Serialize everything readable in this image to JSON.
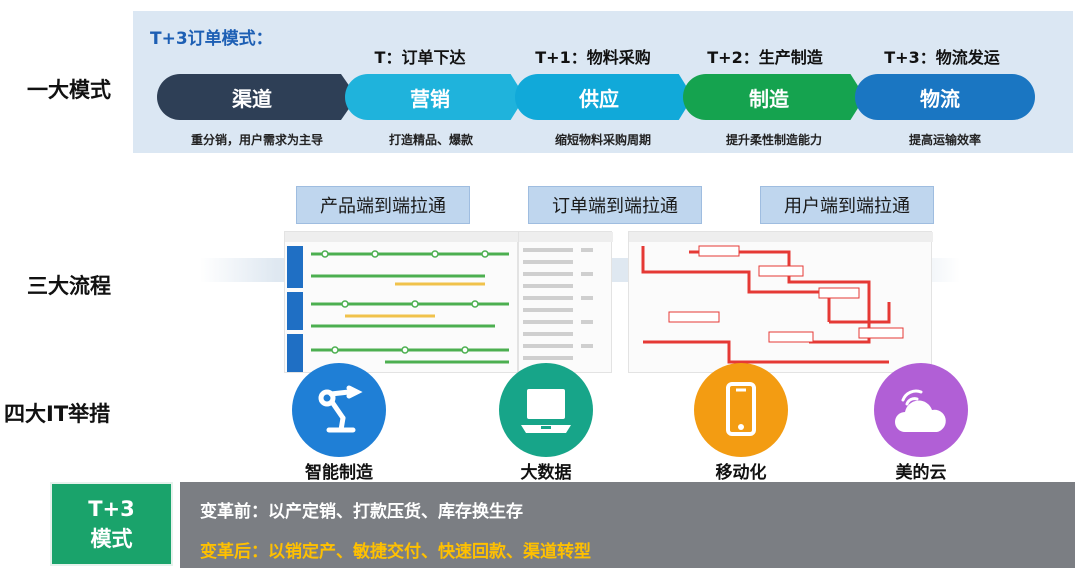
{
  "rows": {
    "model": "一大模式",
    "processes": "三大流程",
    "it": "四大IT举措"
  },
  "t3_panel": {
    "title": "T+3订单模式：",
    "steps": [
      {
        "head": "",
        "pill": "渠道",
        "sub": "重分销，用户需求为主导",
        "color": "#2e3f56"
      },
      {
        "head": "T：订单下达",
        "pill": "营销",
        "sub": "打造精品、爆款",
        "color": "#1fb3dc"
      },
      {
        "head": "T+1：物料采购",
        "pill": "供应",
        "sub": "缩短物料采购周期",
        "color": "#11a9d9"
      },
      {
        "head": "T+2：生产制造",
        "pill": "制造",
        "sub": "提升柔性制造能力",
        "color": "#15a34f"
      },
      {
        "head": "T+3：物流发运",
        "pill": "物流",
        "sub": "提高运输效率",
        "color": "#1a76c2"
      }
    ]
  },
  "flows": [
    {
      "label": "产品端到端拉通"
    },
    {
      "label": "订单端到端拉通"
    },
    {
      "label": "用户端到端拉通"
    }
  ],
  "it_initiatives": [
    {
      "label": "智能制造",
      "icon": "robot-arm-icon",
      "color": "#1f7fd6"
    },
    {
      "label": "大数据",
      "icon": "laptop-icon",
      "color": "#17a589"
    },
    {
      "label": "移动化",
      "icon": "mobile-phone-icon",
      "color": "#f39c12"
    },
    {
      "label": "美的云",
      "icon": "cloud-wifi-icon",
      "color": "#b15fd6"
    }
  ],
  "bottom": {
    "badge_line1": "T+3",
    "badge_line2": "模式",
    "before": "变革前：以产定销、打款压货、库存换生存",
    "after": "变革后：以销定产、敏捷交付、快速回款、渠道转型"
  }
}
